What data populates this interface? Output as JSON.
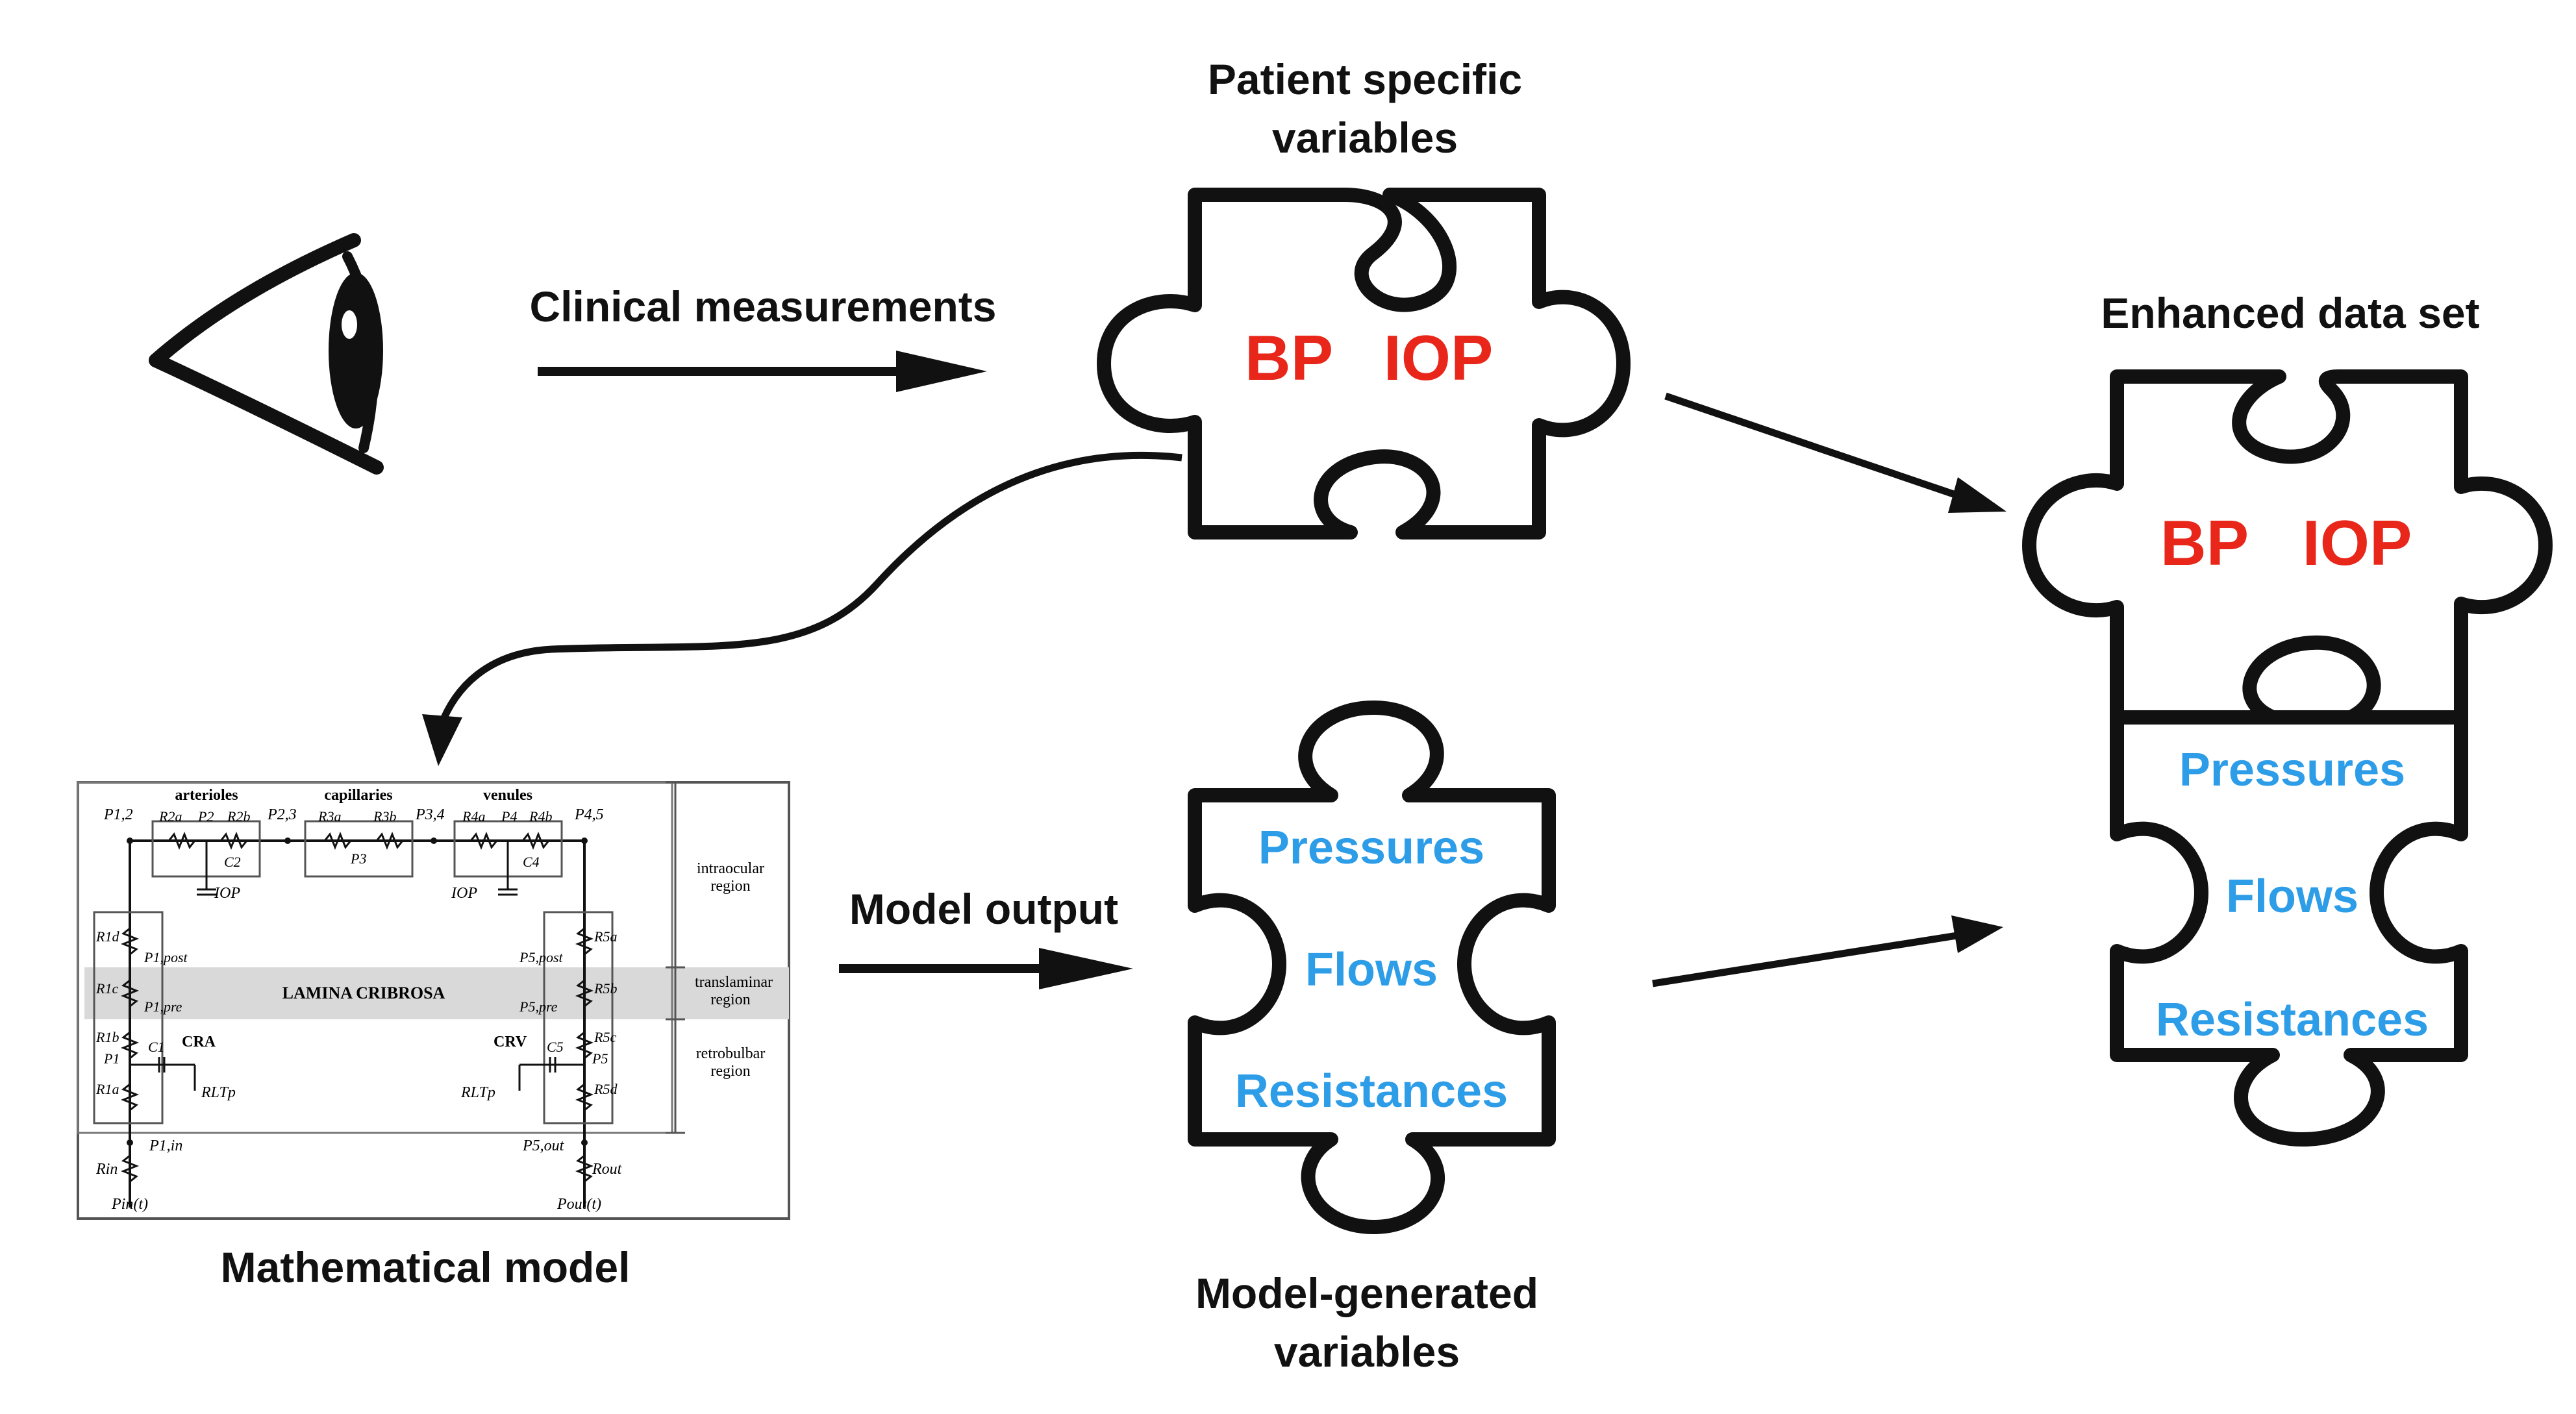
{
  "labels": {
    "patient_title_1": "Patient specific",
    "patient_title_2": "variables",
    "clinical": "Clinical measurements",
    "enhanced": "Enhanced data set",
    "model_output": "Model output",
    "math_model": "Mathematical model",
    "model_gen_1": "Model-generated",
    "model_gen_2": "variables"
  },
  "patient_piece": {
    "bp": "BP",
    "iop": "IOP"
  },
  "enhanced_top_piece": {
    "bp": "BP",
    "iop": "IOP"
  },
  "enhanced_bottom_piece": {
    "pressures": "Pressures",
    "flows": "Flows",
    "resistances": "Resistances"
  },
  "model_piece": {
    "pressures": "Pressures",
    "flows": "Flows",
    "resistances": "Resistances"
  },
  "circuit": {
    "arterioles": "arterioles",
    "capillaries": "capillaries",
    "venules": "venules",
    "lamina": "LAMINA CRIBROSA",
    "intraocular_1": "intraocular",
    "intraocular_2": "region",
    "translaminar_1": "translaminar",
    "translaminar_2": "region",
    "retrobulbar_1": "retrobulbar",
    "retrobulbar_2": "region",
    "cra": "CRA",
    "crv": "CRV",
    "iop_left": "IOP",
    "iop_right": "IOP",
    "rltp_left": "RLTp",
    "rltp_right": "RLTp",
    "p12": "P1,2",
    "p23": "P2,3",
    "p34": "P3,4",
    "p45": "P4,5",
    "r2a": "R2a",
    "p2": "P2",
    "r2b": "R2b",
    "c2": "C2",
    "r3a": "R3a",
    "r3b": "R3b",
    "p3": "P3",
    "r4a": "R4a",
    "p4": "P4",
    "r4b": "R4b",
    "c4": "C4",
    "r1d": "R1d",
    "r1c": "R1c",
    "r1b": "R1b",
    "r1a": "R1a",
    "p1post": "P1,post",
    "p1pre": "P1,pre",
    "c1": "C1",
    "p1": "P1",
    "r5a": "R5a",
    "r5b": "R5b",
    "r5c": "R5c",
    "r5d": "R5d",
    "p5post": "P5,post",
    "p5pre": "P5,pre",
    "c5": "C5",
    "p5": "P5",
    "p1in": "P1,in",
    "rin": "Rin",
    "pin": "Pin(t)",
    "p5out": "P5,out",
    "rout": "Rout",
    "pout": "Pout(t)"
  },
  "colors": {
    "bp_iop": "#e8261a",
    "model_vars": "#2e9de8",
    "stroke": "#111111",
    "lamina_band": "#d9d9d9"
  }
}
